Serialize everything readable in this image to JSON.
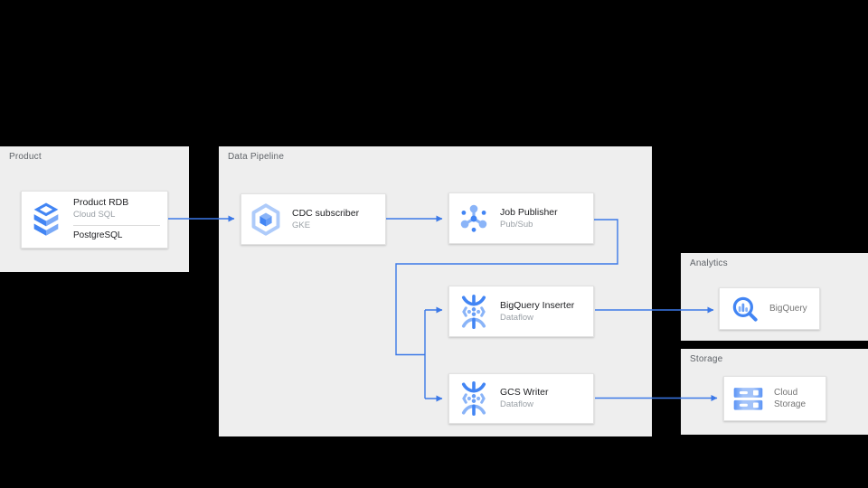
{
  "diagram": {
    "background": "#000000",
    "panel_bg": "#eeeeee",
    "accent": "#3b78e7",
    "icon_blue": "#4285f4",
    "icon_blue_light": "#8ab4f8"
  },
  "panels": {
    "product": {
      "label": "Product"
    },
    "pipeline": {
      "label": "Data Pipeline"
    },
    "analytics": {
      "label": "Analytics"
    },
    "storage": {
      "label": "Storage"
    }
  },
  "nodes": {
    "product_rdb": {
      "title": "Product RDB",
      "subtitle": "Cloud SQL",
      "footer": "PostgreSQL",
      "icon": "cloud-sql-icon"
    },
    "cdc_subscriber": {
      "title": "CDC subscriber",
      "subtitle": "GKE",
      "icon": "gke-icon"
    },
    "job_publisher": {
      "title": "Job Publisher",
      "subtitle": "Pub/Sub",
      "icon": "pubsub-icon"
    },
    "bigquery_inserter": {
      "title": "BigQuery Inserter",
      "subtitle": "Dataflow",
      "icon": "dataflow-icon"
    },
    "gcs_writer": {
      "title": "GCS Writer",
      "subtitle": "Dataflow",
      "icon": "dataflow-icon"
    },
    "bigquery": {
      "label": "BigQuery",
      "icon": "bigquery-icon"
    },
    "cloud_storage": {
      "label": "Cloud Storage",
      "icon": "cloud-storage-icon"
    }
  },
  "edges": [
    {
      "from": "product_rdb",
      "to": "cdc_subscriber"
    },
    {
      "from": "cdc_subscriber",
      "to": "job_publisher"
    },
    {
      "from": "job_publisher",
      "to": "bigquery_inserter"
    },
    {
      "from": "job_publisher",
      "to": "gcs_writer"
    },
    {
      "from": "bigquery_inserter",
      "to": "bigquery"
    },
    {
      "from": "gcs_writer",
      "to": "cloud_storage"
    }
  ]
}
